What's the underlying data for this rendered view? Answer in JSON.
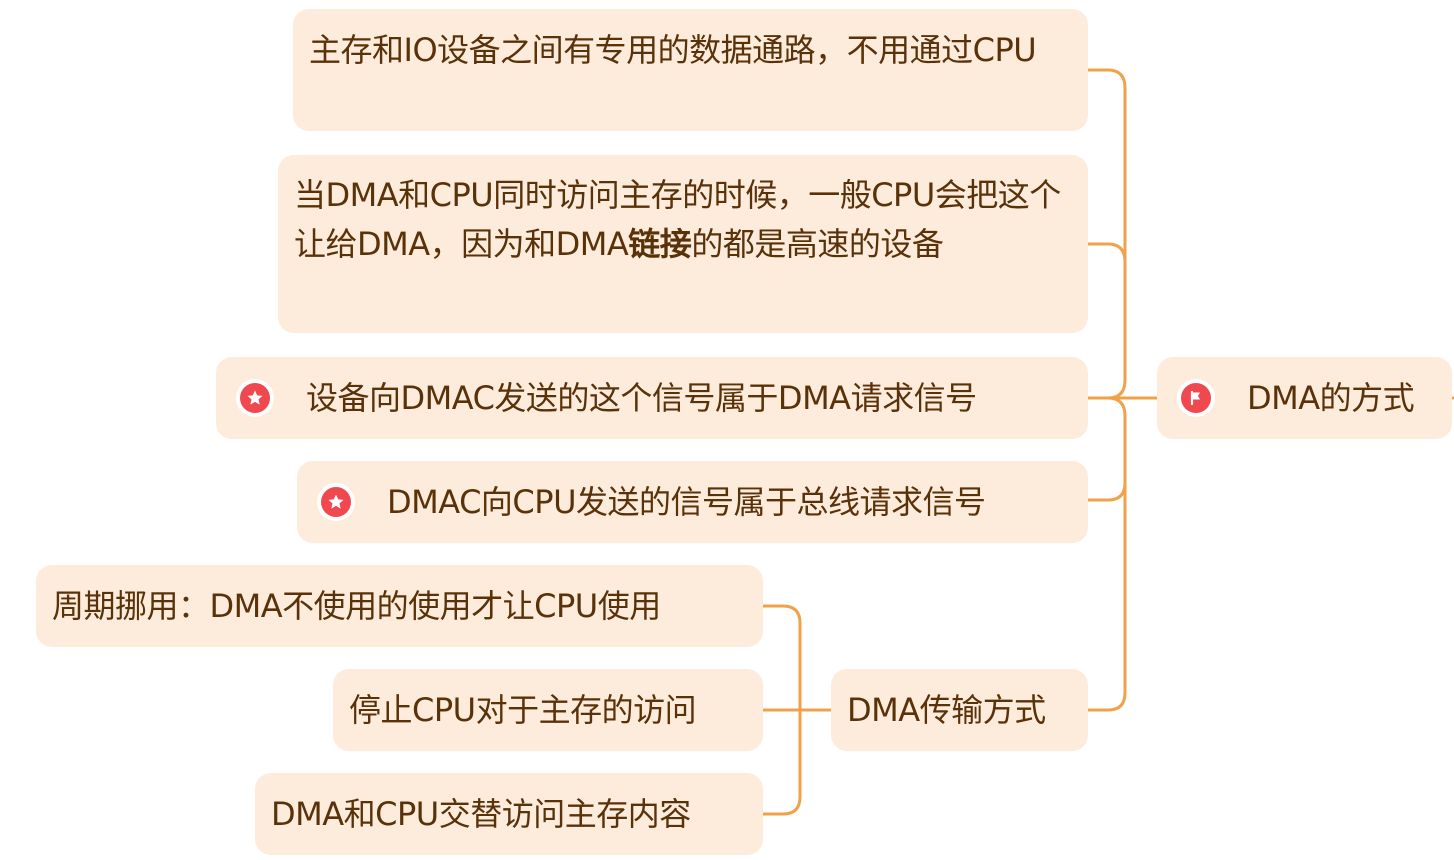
{
  "root": {
    "label": "DMA的方式",
    "marker": "flag-icon",
    "marker_color": "#f0484f"
  },
  "branches": {
    "dedicated_path": {
      "label": "主存和IO设备之间有专用的数据通路，不用通过CPU"
    },
    "priority": {
      "part1": "当DMA和CPU同时访问主存的时候，一般CPU会把这个让给DMA，因为和DMA",
      "bold": "链接",
      "part2": "的都是高速的设备"
    },
    "dma_request": {
      "label": "设备向DMAC发送的这个信号属于DMA请求信号",
      "marker": "star-icon"
    },
    "bus_request": {
      "label": "DMAC向CPU发送的信号属于总线请求信号",
      "marker": "star-icon"
    },
    "transfer_modes": {
      "label": "DMA传输方式",
      "children": [
        "周期挪用：DMA不使用的使用才让CPU使用",
        "停止CPU对于主存的访问",
        "DMA和CPU交替访问主存内容"
      ]
    }
  },
  "colors": {
    "node_fill": "#fdebdc",
    "link": "#f0a24a",
    "text": "#5a3209",
    "marker": "#f0484f"
  }
}
